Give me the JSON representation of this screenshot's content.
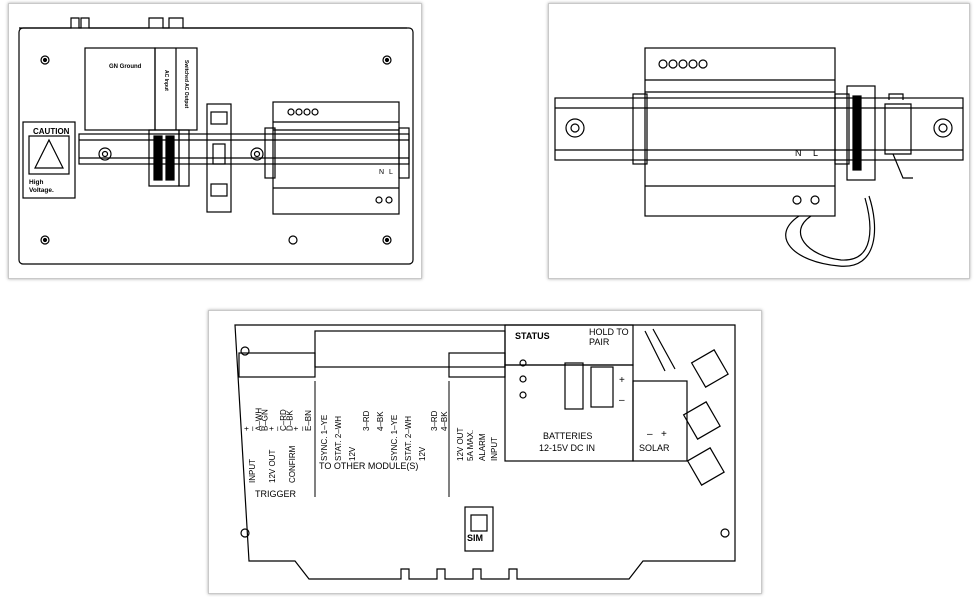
{
  "panel_a": {
    "caution": "CAUTION",
    "high_voltage_1": "High",
    "high_voltage_2": "Voltage.",
    "gn_ground": "GN Ground",
    "ac_input": "AC Input",
    "switched_ac_output": "Switched AC Output",
    "psu_n": "N",
    "psu_l": "L"
  },
  "panel_b": {
    "psu_n": "N",
    "psu_l": "L"
  },
  "panel_c": {
    "status": "STATUS",
    "hold_to_1": "HOLD TO",
    "hold_to_2": "PAIR",
    "batteries": "BATTERIES",
    "batteries_spec": "12-15V DC IN",
    "solar": "SOLAR",
    "solar_minus": "–",
    "solar_plus": "+",
    "plus": "+",
    "minus": "–",
    "sim": "SIM",
    "trigger": "TRIGGER",
    "to_other_modules": "TO OTHER MODULE(S)",
    "input": "INPUT",
    "output_12v": "12V OUT",
    "confirm": "CONFIRM",
    "terminals_left": [
      "+",
      "–",
      "A–WH",
      "B–GN",
      "+",
      "–",
      "C–RD",
      "D–BK",
      "+",
      "–",
      "E–BN"
    ],
    "sync1": "SYNC. 1–YE",
    "stat2": "STAT. 2–WH",
    "v12_plus": "12V",
    "rd3": "3–RD",
    "bk4": "4–BK",
    "sync1b": "SYNC. 1–YE",
    "stat2b": "STAT. 2–WH",
    "v12b": "12V",
    "rd3b": "3–RD",
    "bk4b": "4–BK",
    "out_12v": "12V OUT",
    "out_5a": "5A MAX.",
    "alarm": "ALARM",
    "alarm_input": "INPUT"
  }
}
